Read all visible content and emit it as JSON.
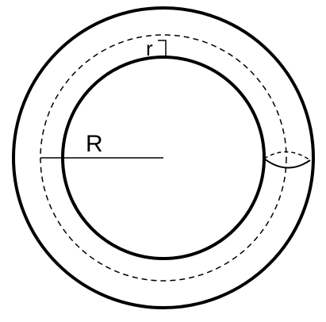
{
  "figure": {
    "type": "torus top view",
    "labels": {
      "major_radius": "R",
      "minor_radius": "r"
    },
    "colors": {
      "stroke": "#000000",
      "background": "#ffffff"
    }
  }
}
